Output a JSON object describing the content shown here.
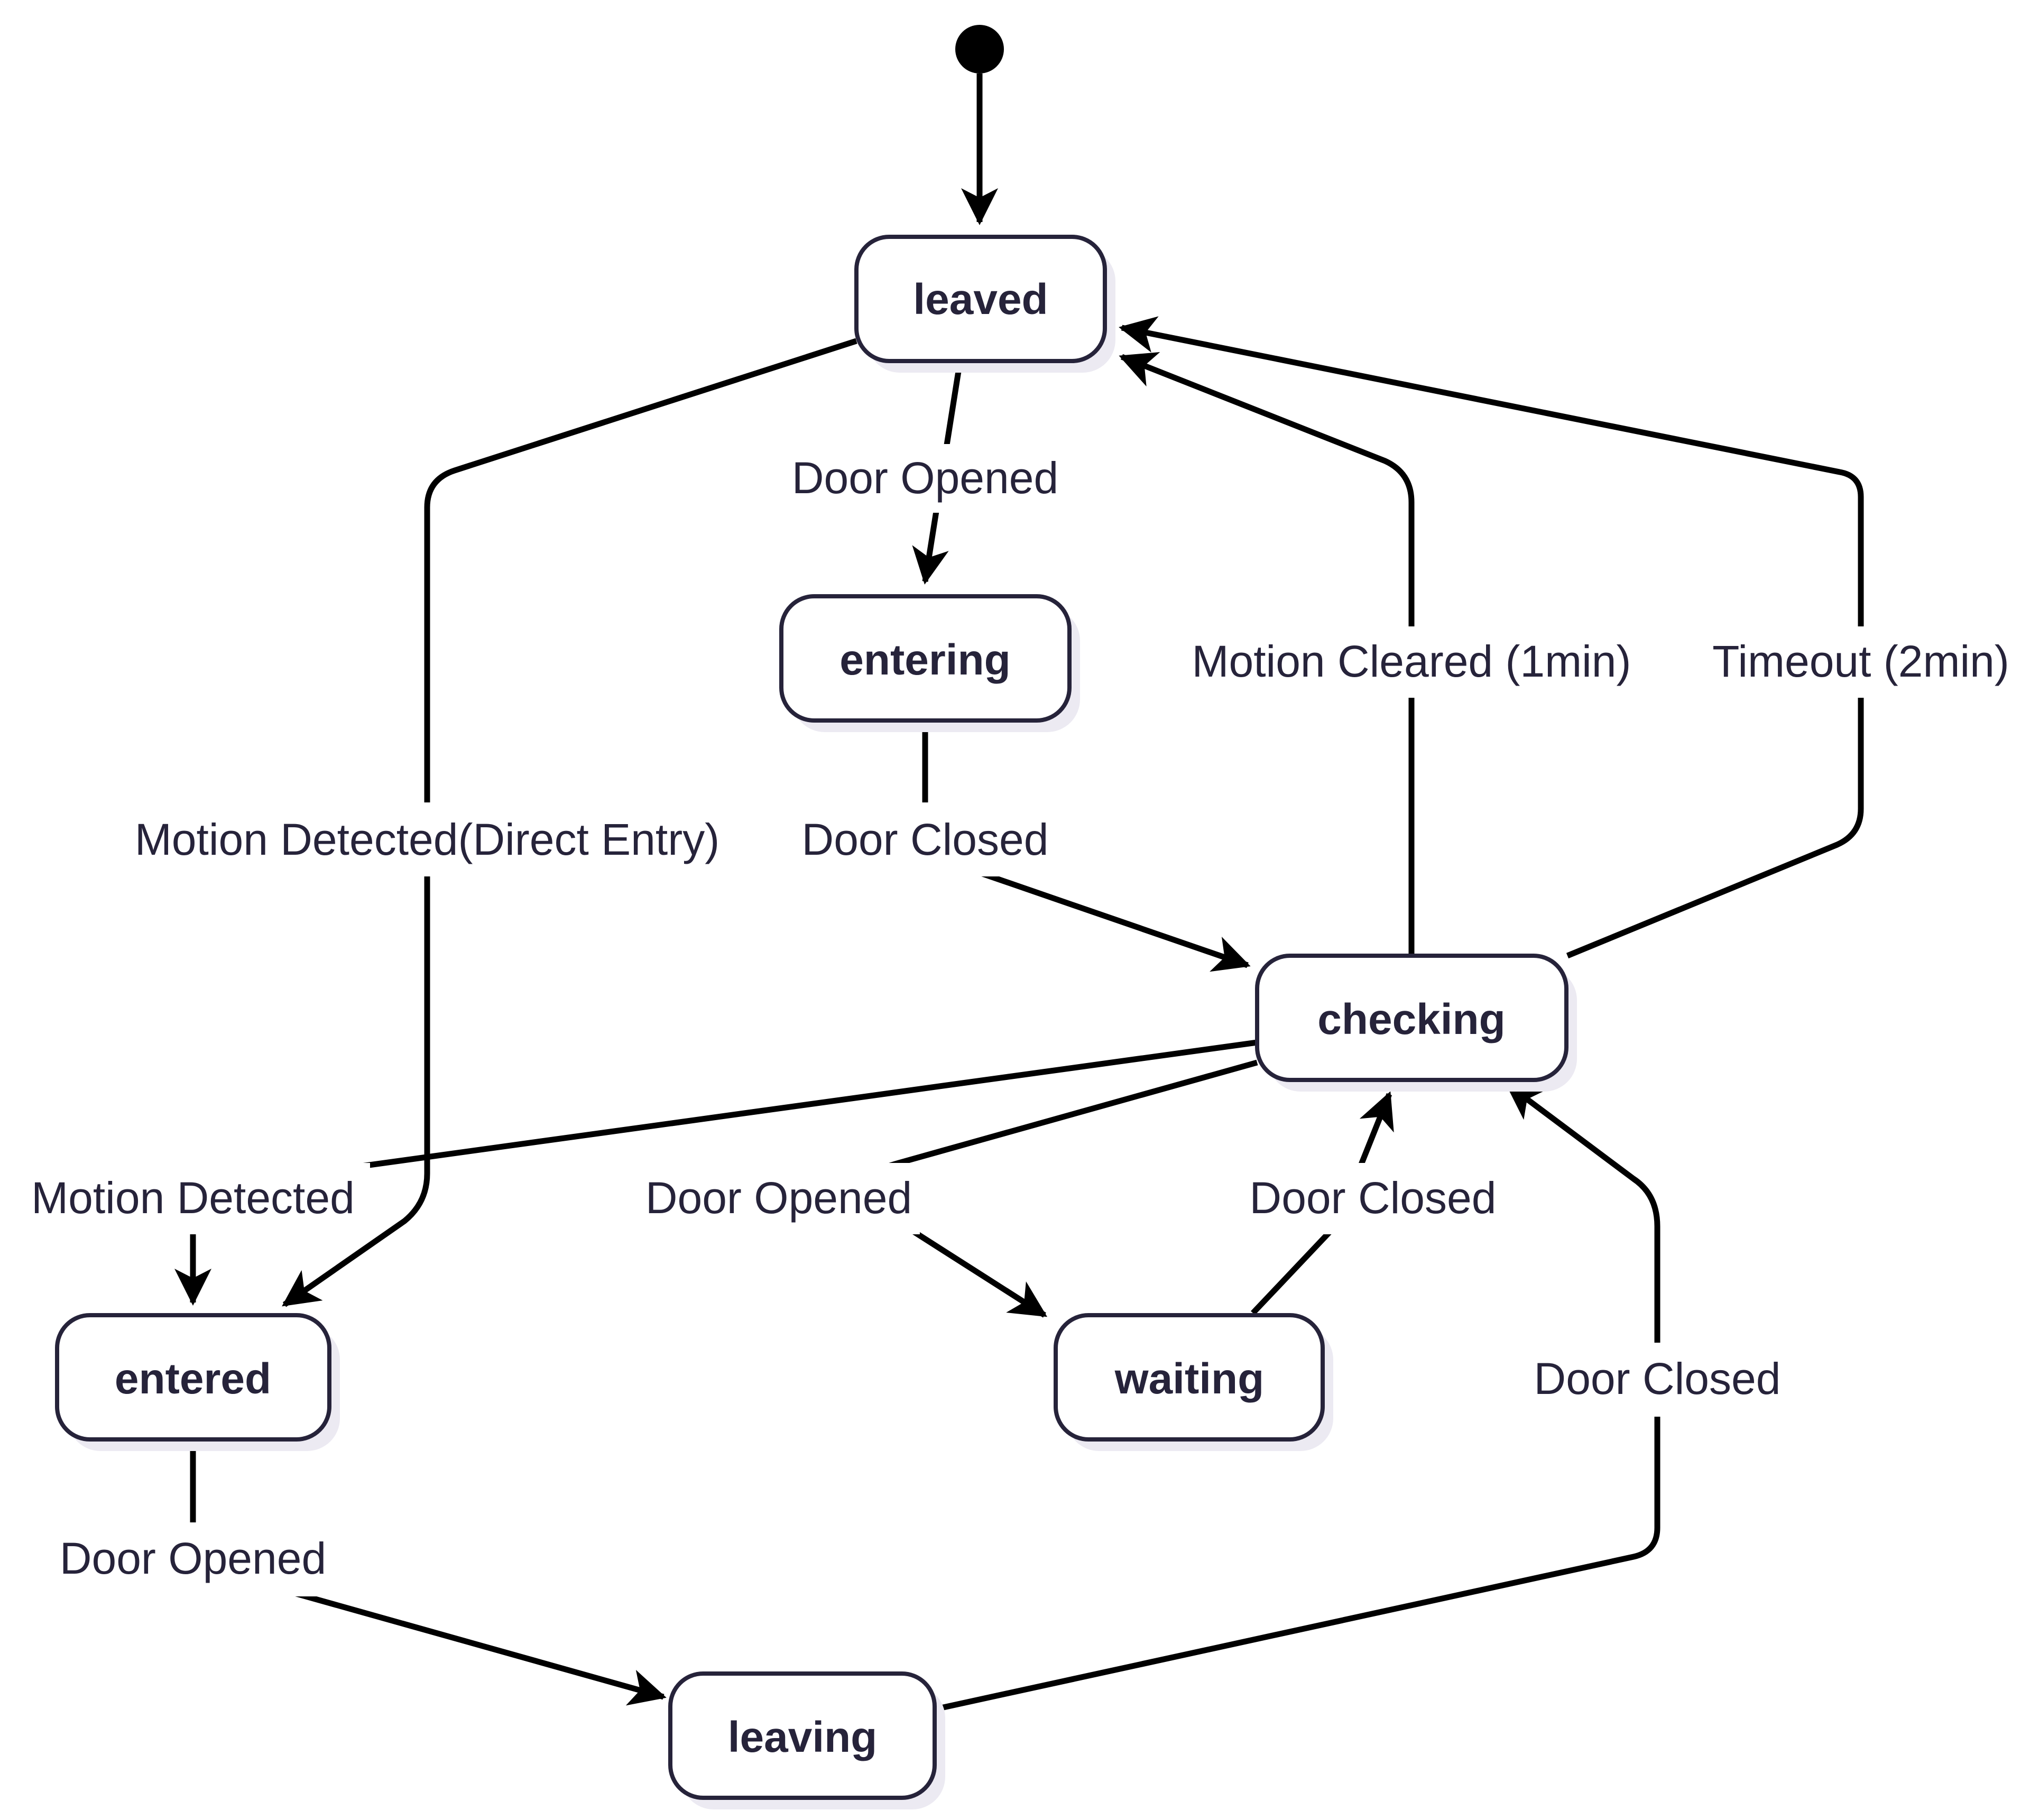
{
  "colors": {
    "background": "#ffffff",
    "state_border": "#26233a",
    "state_text": "#26233a",
    "edge": "#000000",
    "initial_node": "#000000"
  },
  "states": {
    "leaved": "leaved",
    "entering": "entering",
    "checking": "checking",
    "entered": "entered",
    "waiting": "waiting",
    "leaving": "leaving"
  },
  "transitions": {
    "leaved_to_entering": "Door Opened",
    "leaved_to_entered": "Motion Detected(Direct Entry)",
    "entering_to_checking": "Door Closed",
    "checking_to_leaved_motion": "Motion Cleared (1min)",
    "checking_to_leaved_timeout": "Timeout (2min)",
    "checking_to_entered": "Motion Detected",
    "checking_to_waiting": "Door Opened",
    "waiting_to_checking": "Door Closed",
    "entered_to_leaving": "Door Opened",
    "leaving_to_checking": "Door Closed"
  }
}
